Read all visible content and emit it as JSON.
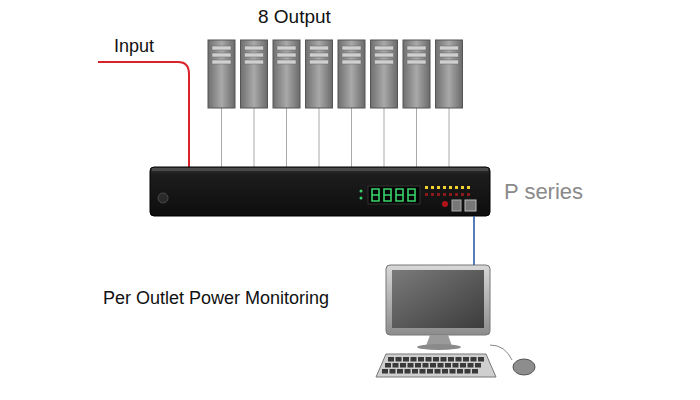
{
  "diagram": {
    "nodes": [
      {
        "text": [
          "P series"
        ]
      },
      {
        "text": [
          "Per Outlet Power Monitoring"
        ]
      }
    ],
    "edges": [
      {
        "from": 0,
        "to": 1,
        "arrow": "none"
      }
    ],
    "labels": [
      "Input",
      "8 Output"
    ]
  }
}
